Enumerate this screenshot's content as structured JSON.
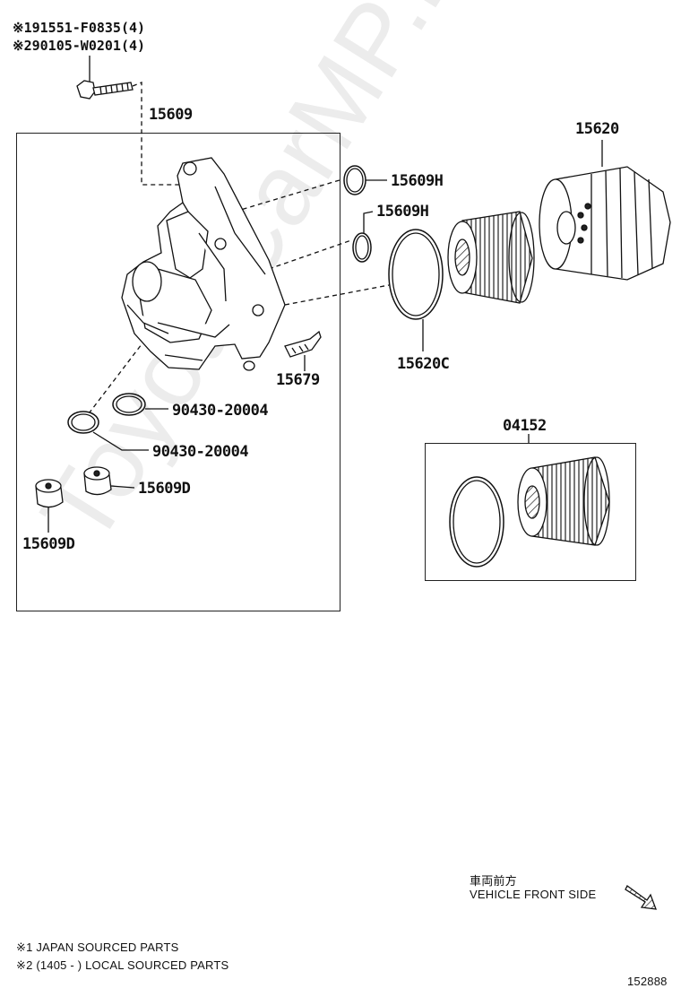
{
  "watermark": "ToyotaCarMP.ru",
  "bolts": [
    {
      "mark": "※1",
      "part": "91551-F0835(4)"
    },
    {
      "mark": "※2",
      "part": "90105-W0201(4)"
    }
  ],
  "parts": {
    "housing": "15609",
    "cap_assy": "15620",
    "oring_h1": "15609H",
    "oring_h2": "15609H",
    "gasket_c": "15620C",
    "sensor": "15679",
    "oring_a": "90430-20004",
    "oring_b": "90430-20004",
    "plug_a": "15609D",
    "plug_b": "15609D",
    "element": "04152"
  },
  "direction": {
    "jp": "車両前方",
    "en": "VEHICLE FRONT SIDE"
  },
  "footnotes": [
    {
      "mark": "※1",
      "text": "JAPAN SOURCED PARTS"
    },
    {
      "mark": "※2",
      "text": "(1405 -        ) LOCAL SOURCED PARTS"
    }
  ],
  "figure_id": "152888"
}
